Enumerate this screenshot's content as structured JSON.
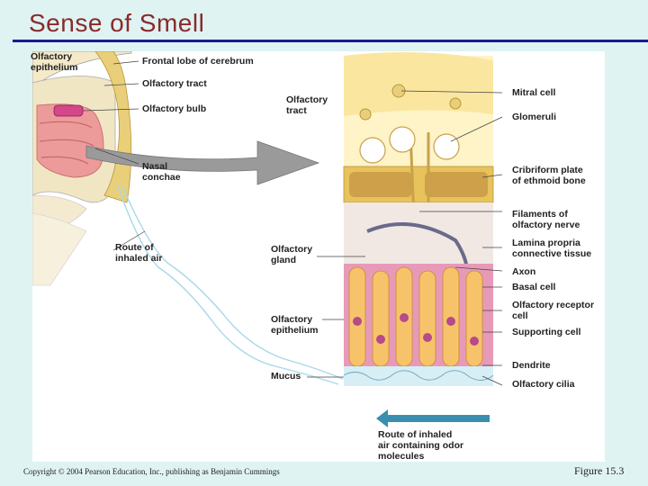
{
  "slide": {
    "title": "Sense of Smell",
    "copyright": "Copyright © 2004 Pearson Education, Inc., publishing as Benjamin Cummings",
    "figure_number": "Figure 15.3"
  },
  "labels": {
    "olfactory_epithelium_top": "Olfactory\nepithelium",
    "frontal_lobe": "Frontal lobe of cerebrum",
    "olfactory_tract_left": "Olfactory tract",
    "olfactory_bulb": "Olfactory bulb",
    "nasal_conchae": "Nasal\nconchae",
    "route_inhaled_air": "Route of\ninhaled air",
    "olfactory_tract_mid": "Olfactory\ntract",
    "olfactory_gland": "Olfactory\ngland",
    "olfactory_epithelium_mid": "Olfactory\nepithelium",
    "mucus": "Mucus",
    "mitral_cell": "Mitral cell",
    "glomeruli": "Glomeruli",
    "cribriform_plate": "Cribriform plate\nof ethmoid bone",
    "filaments": "Filaments of\nolfactory nerve",
    "lamina_propria": "Lamina propria\nconnective tissue",
    "axon": "Axon",
    "basal_cell": "Basal cell",
    "receptor_cell": "Olfactory receptor\ncell",
    "supporting_cell": "Supporting cell",
    "dendrite": "Dendrite",
    "olfactory_cilia": "Olfactory cilia",
    "route_odor": "Route of inhaled\nair containing odor\nmolecules"
  },
  "colors": {
    "title": "#8b2a2a",
    "rule": "#1b1b8a",
    "background": "#dff3f3",
    "bone": "#e8c25a",
    "neuron": "#f6d98b",
    "epithelium": "#e79ab8",
    "receptor": "#f7c36a",
    "airflow": "#a9d8e8"
  },
  "icons": {
    "big_arrow": "right-arrow-gray",
    "air_arrow": "left-arrow-blue"
  }
}
